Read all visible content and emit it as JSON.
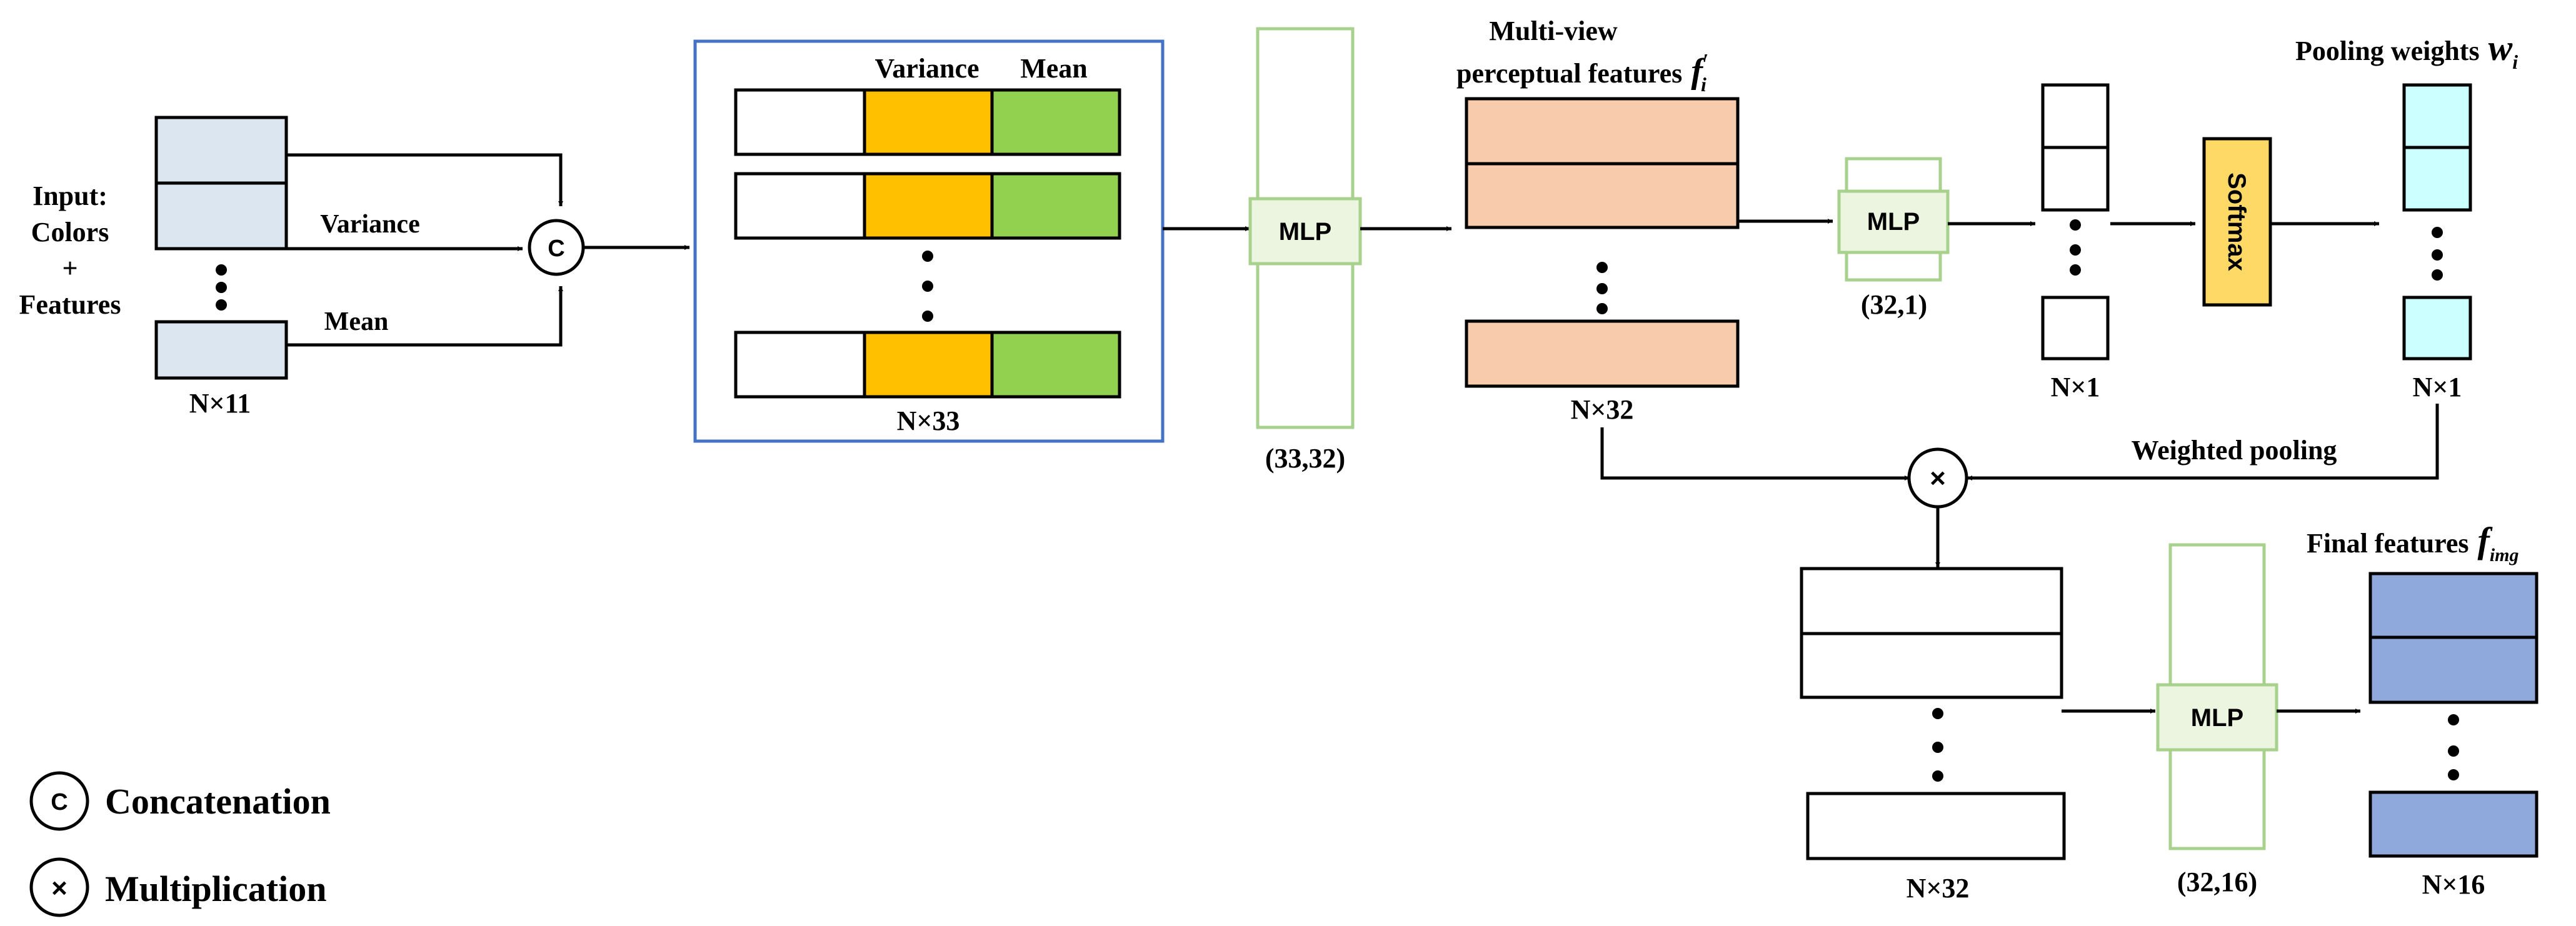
{
  "input": {
    "label_line1": "Input:",
    "label_line2": "Colors",
    "label_line3": "+",
    "label_line4": "Features",
    "dims": "N×11",
    "edge_variance": "Variance",
    "edge_mean": "Mean"
  },
  "concat_block": {
    "header_variance": "Variance",
    "header_mean": "Mean",
    "dims": "N×33"
  },
  "mlp1": {
    "label": "MLP",
    "dims": "(33,32)"
  },
  "perceptual": {
    "title_line1": "Multi-view",
    "title_line2": "perceptual features",
    "symbol": "f",
    "symbol_sub": "i",
    "symbol_prime": "′",
    "dims": "N×32"
  },
  "mlp2": {
    "label": "MLP",
    "dims": "(32,1)"
  },
  "scores": {
    "dims": "N×1"
  },
  "softmax": {
    "label": "Softmax"
  },
  "weights": {
    "title": "Pooling weights",
    "symbol": "w",
    "symbol_sub": "i",
    "dims": "N×1",
    "edge_label": "Weighted pooling"
  },
  "pooled": {
    "dims": "N×32"
  },
  "mlp3": {
    "label": "MLP",
    "dims": "(32,16)"
  },
  "final": {
    "title": "Final features",
    "symbol": "f",
    "symbol_sub": "img",
    "dims": "N×16"
  },
  "legend": {
    "concat_symbol": "C",
    "concat_label": "Concatenation",
    "mult_symbol": "×",
    "mult_label": "Multiplication"
  },
  "colors": {
    "input_fill": "#dce6f1",
    "variance_fill": "#ffc000",
    "mean_fill": "#92d050",
    "feature_fill": "#f8cbad",
    "mlp_fill": "#ebf5df",
    "mlp_stroke": "#a9d18e",
    "softmax_fill": "#ffd966",
    "weights_fill": "#ccffff",
    "final_fill": "#8fa9dc",
    "panel_stroke": "#4472c4"
  }
}
